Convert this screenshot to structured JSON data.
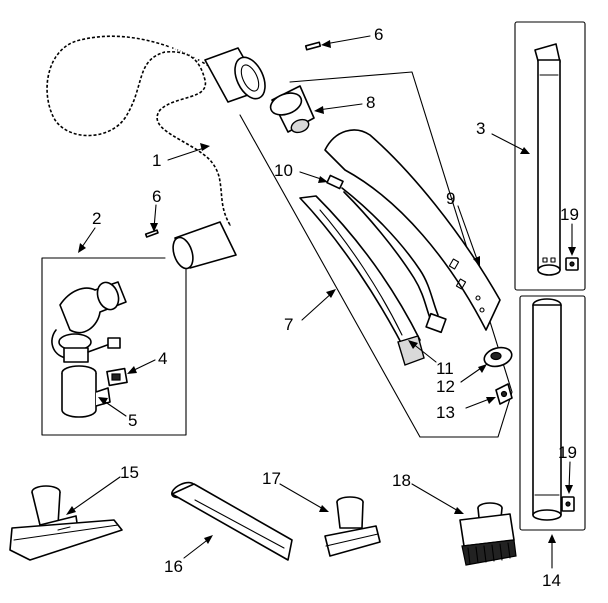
{
  "diagram": {
    "callouts": [
      {
        "id": "1",
        "text": "1"
      },
      {
        "id": "2",
        "text": "2"
      },
      {
        "id": "3",
        "text": "3"
      },
      {
        "id": "4",
        "text": "4"
      },
      {
        "id": "5",
        "text": "5"
      },
      {
        "id": "6a",
        "text": "6"
      },
      {
        "id": "6b",
        "text": "6"
      },
      {
        "id": "7",
        "text": "7"
      },
      {
        "id": "8",
        "text": "8"
      },
      {
        "id": "9",
        "text": "9"
      },
      {
        "id": "10",
        "text": "10"
      },
      {
        "id": "11",
        "text": "11"
      },
      {
        "id": "12",
        "text": "12"
      },
      {
        "id": "13",
        "text": "13"
      },
      {
        "id": "14",
        "text": "14"
      },
      {
        "id": "15",
        "text": "15"
      },
      {
        "id": "16",
        "text": "16"
      },
      {
        "id": "17",
        "text": "17"
      },
      {
        "id": "18",
        "text": "18"
      },
      {
        "id": "19a",
        "text": "19"
      },
      {
        "id": "19b",
        "text": "19"
      }
    ]
  }
}
